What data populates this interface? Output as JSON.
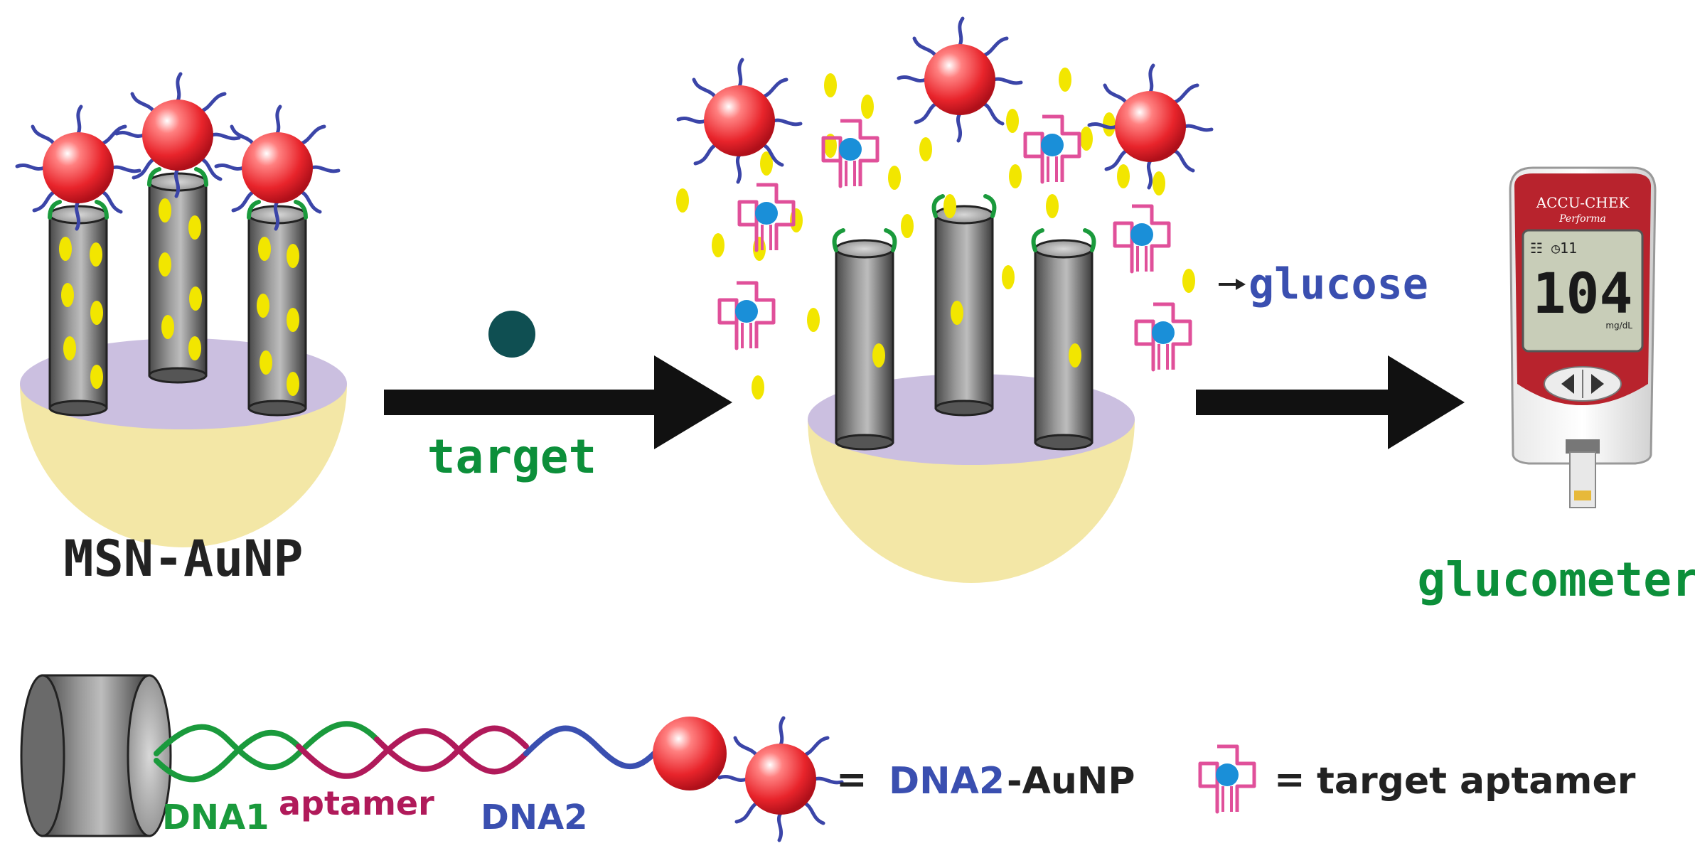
{
  "labels": {
    "msn_aunp": "MSN-AuNP",
    "target": "target",
    "glucose": "glucose",
    "glucometer": "glucometer",
    "dna1": "DNA1",
    "aptamer": "aptamer",
    "dna2": "DNA2",
    "legend_eq1": "=",
    "legend_dna2": "DNA2",
    "legend_aunp": "-AuNP",
    "legend_eq2": "=",
    "legend_target_aptamer": "target aptamer",
    "meter_brand": "ACCU-CHEK",
    "meter_model": "Performa",
    "meter_reading": "104",
    "meter_unit": "mg/dL"
  },
  "colors": {
    "gold_np": "#e8242b",
    "dna_strand": "#3b45a8",
    "dna1": "#1a9a3c",
    "aptamer": "#b01a5a",
    "dna2": "#3a4fb0",
    "glucose_dot": "#f2e600",
    "pore": "#7a7a7a",
    "msn_top": "#cbbfe0",
    "msn_body": "#f3e7a6",
    "target_dot": "#0f4f52",
    "aptamer_shape": "#e0509a",
    "aptamer_center": "#1a8fd8",
    "label_green": "#0c8f3a",
    "label_blue": "#3a4fb0",
    "label_red": "#c8202e",
    "label_dark": "#222222"
  },
  "icons": [
    "gold-nanoparticle-icon",
    "aptamer-icon",
    "glucometer-icon",
    "arrow-icon"
  ]
}
